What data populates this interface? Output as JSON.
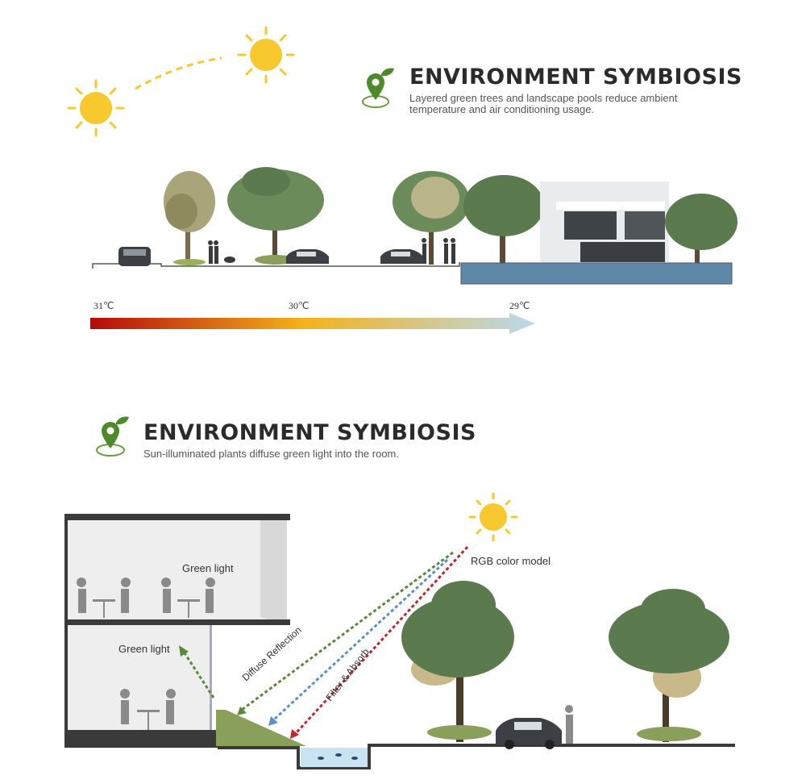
{
  "section1": {
    "title": "ENVIRONMENT SYMBIOSIS",
    "subtitle_line1": "Layered green trees and landscape pools reduce ambient",
    "subtitle_line2": "temperature and air conditioning usage.",
    "icon": "leaf-location-pin-icon",
    "temperatures": [
      "31℃",
      "30℃",
      "29℃"
    ],
    "gradient_colors": [
      "#b40a0a",
      "#f5b21a",
      "#b9d9ee"
    ]
  },
  "section2": {
    "title": "ENVIRONMENT SYMBIOSIS",
    "subtitle": "Sun-illuminated plants diffuse green light into the room.",
    "icon": "leaf-location-pin-icon",
    "labels": {
      "green_light_upper": "Green light",
      "green_light_lower": "Green light",
      "rgb": "RGB color model",
      "diffuse": "Diffuse Reflection",
      "filter": "Filter & Absorb"
    },
    "ray_colors": {
      "green": "#5a8a3a",
      "blue": "#5b8fc9",
      "red": "#c0272d"
    }
  },
  "colors": {
    "sun": "#f7c92e",
    "tree": "#5b7a4e",
    "water": "#5f87a8",
    "ground": "#8aa05a"
  }
}
